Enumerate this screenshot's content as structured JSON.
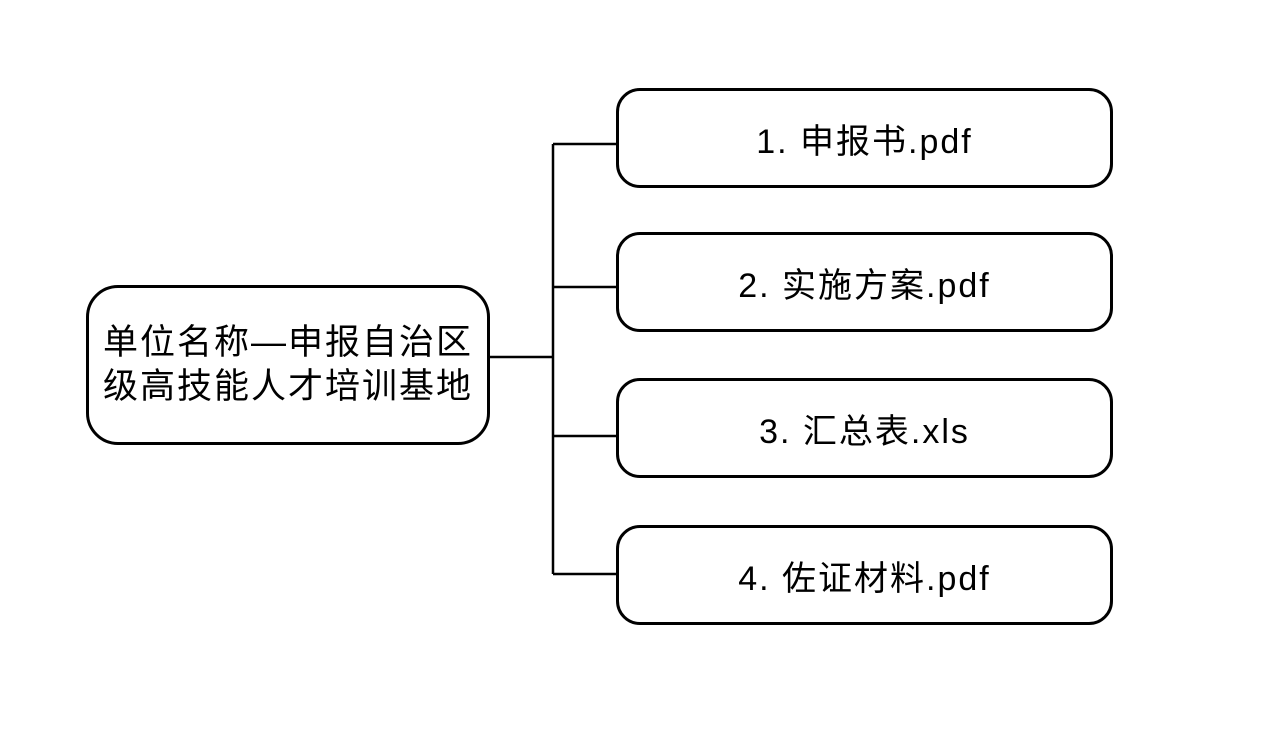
{
  "diagram": {
    "title": "folder-structure-tree",
    "root": {
      "label": "单位名称—申报自治区级高技能人才培训基地",
      "lines": [
        "单位名称—申报自治区",
        "级高技能人才培训基地"
      ]
    },
    "children": [
      {
        "label": "1. 申报书.pdf"
      },
      {
        "label": "2. 实施方案.pdf"
      },
      {
        "label": "3. 汇总表.xls"
      },
      {
        "label": "4. 佐证材料.pdf"
      }
    ],
    "colors": {
      "stroke": "#000000",
      "background": "#ffffff",
      "text": "#000000"
    }
  }
}
